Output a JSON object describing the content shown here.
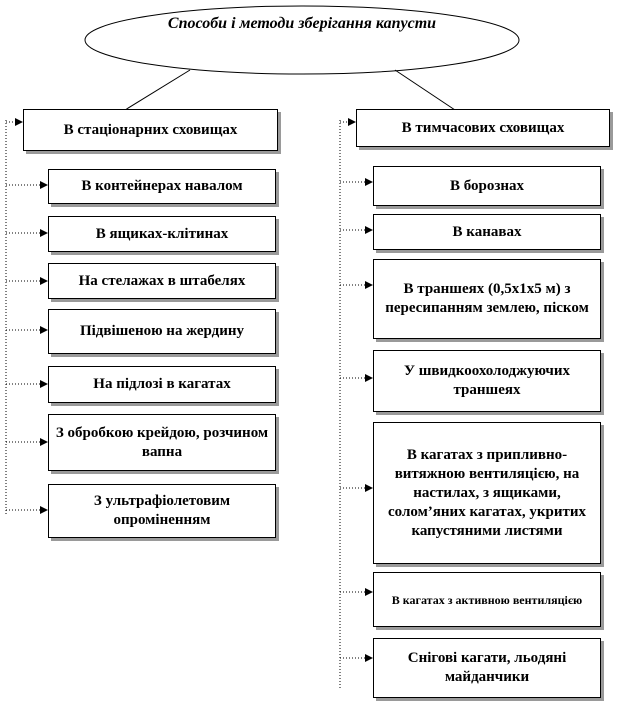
{
  "title": "Способи і методи зберігання капусти",
  "left": {
    "header": "В стаціонарних сховищах",
    "items": [
      "В контейнерах навалом",
      "В ящиках-клітинах",
      "На стелажах в штабелях",
      "Підвішеною на жердину",
      "На підлозі в кагатах",
      "З обробкою крейдою, розчином вапна",
      "З ультрафіолетовим опроміненням"
    ]
  },
  "right": {
    "header": "В тимчасових сховищах",
    "items": [
      "В борознах",
      "В канавах",
      "В траншеях (0,5х1х5 м) з пересипанням землею, піском",
      "У швидкоохолоджуючих траншеях",
      "В кагатах з припливно-витяжною вентиляцією, на настилах, з ящиками, солом’яних кагатах, укритих капустяними листями",
      "В кагатах з активною вентиляцією",
      "Снігові кагати, льодяні майданчики"
    ]
  }
}
